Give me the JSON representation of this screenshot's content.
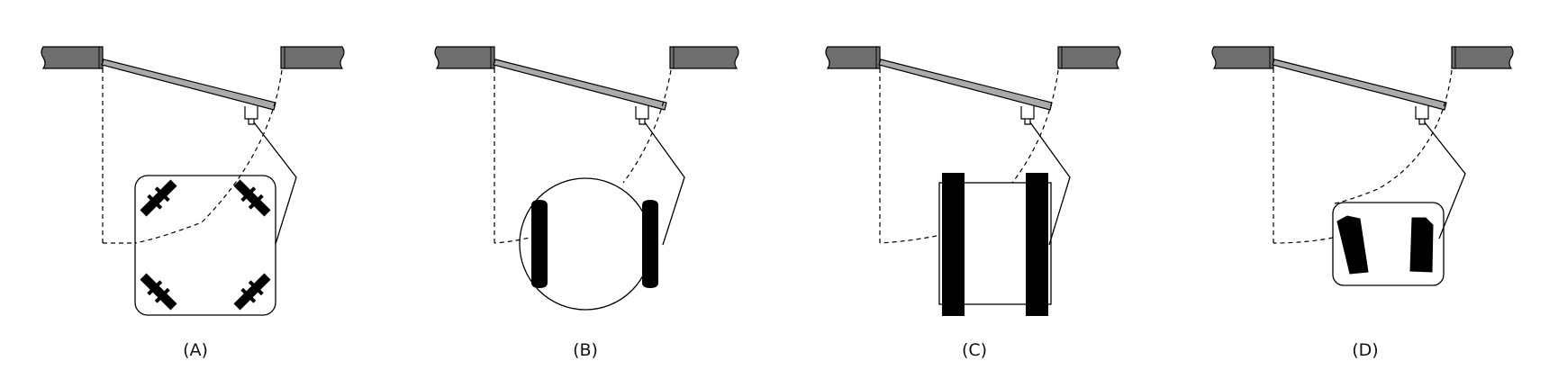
{
  "panels": [
    {
      "label": "(A)",
      "robot": "omni-wheel-square"
    },
    {
      "label": "(B)",
      "robot": "differential-round"
    },
    {
      "label": "(C)",
      "robot": "tracked"
    },
    {
      "label": "(D)",
      "robot": "car-like"
    }
  ],
  "colors": {
    "wall_fill": "#6e6e6e",
    "door_fill": "#aaaaaa",
    "stroke": "#000000",
    "wheel": "#000000",
    "background": "#ffffff"
  }
}
